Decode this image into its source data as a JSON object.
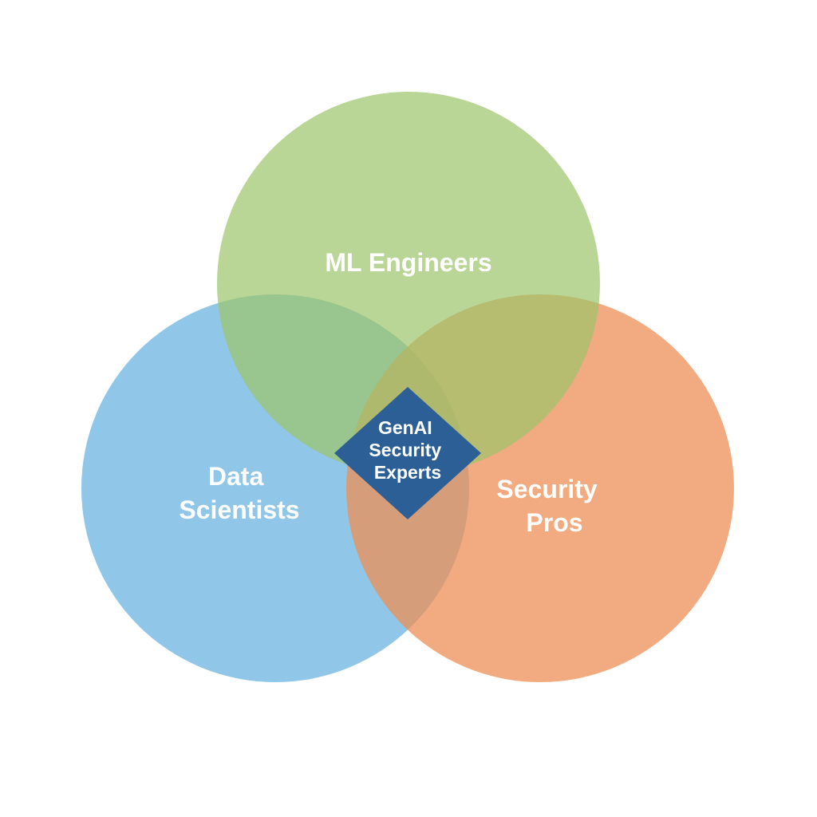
{
  "diagram": {
    "type": "venn",
    "sets": [
      {
        "id": "ml",
        "label_lines": [
          "ML Engineers"
        ],
        "color": "#9dc46a"
      },
      {
        "id": "ds",
        "label_lines": [
          "Data",
          "Scientists"
        ],
        "color": "#6bb3df"
      },
      {
        "id": "sec",
        "label_lines": [
          "Security",
          "Pros"
        ],
        "color": "#ee8f55"
      }
    ],
    "center": {
      "label_lines": [
        "GenAI",
        "Security",
        "Experts"
      ],
      "color": "#2c5f95"
    }
  }
}
